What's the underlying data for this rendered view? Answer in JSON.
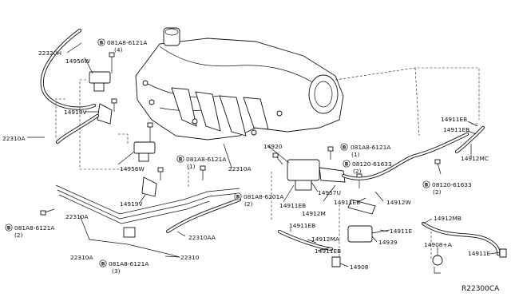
{
  "diagram": {
    "ref_code": "R22300CA",
    "labels": {
      "p22320H": "22320H",
      "bolt_top_code": "081A8-6121A",
      "bolt_top_qty": "(4)",
      "p14956W_top": "14956W",
      "p14919V_top": "14919V",
      "p22310A_left": "22310A",
      "p14956W_mid": "14956W",
      "bolt_mid_code": "081A8-6121A",
      "bolt_mid_qty": "(1)",
      "p14919V_mid": "14919V",
      "bolt_left_code": "081A8-6121A",
      "bolt_left_qty": "(2)",
      "p22310A_low1": "22310A",
      "p22310A_low2": "22310A",
      "bolt_low_code": "081A8-6121A",
      "bolt_low_qty": "(3)",
      "p22310": "22310",
      "p22310AA": "22310AA",
      "p22310A_center": "22310A",
      "bolt_center_code": "081A8-6201A",
      "bolt_center_qty": "(2)",
      "p14920": "14920",
      "p14957U": "14957U",
      "bolt_r1_code": "081A8-6121A",
      "bolt_r1_qty": "(1)",
      "bolt_r2_code": "08120-61633",
      "bolt_r2_qty": "(2)",
      "p14911EB_a": "14911EB",
      "p14912M": "14912M",
      "p14911EB_b": "14911EB",
      "p14912W": "14912W",
      "p14911EB_c": "14911EB",
      "p14911EB_d": "14911EB",
      "p14912MC": "14912MC",
      "bolt_r3_code": "08120-61633",
      "bolt_r3_qty": "(2)",
      "p14911EB_e": "14911EB",
      "p14912MA": "14912MA",
      "p14911EB_f": "14911EB",
      "p14939": "14939",
      "p14911E_a": "14911E",
      "p14908": "14908",
      "p14912MB": "14912MB",
      "p14908A": "14908+A",
      "p14911E_b": "14911E"
    }
  }
}
